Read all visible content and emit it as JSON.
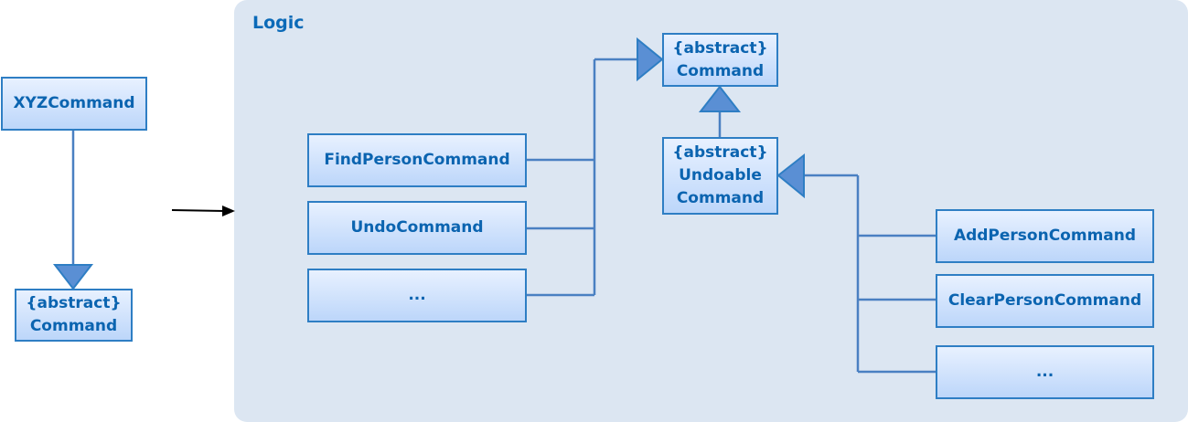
{
  "legend": {
    "subclass": "XYZCommand",
    "superclass": [
      "{abstract}",
      "Command"
    ]
  },
  "logic": {
    "title": "Logic",
    "command": [
      "{abstract}",
      "Command"
    ],
    "undoable": [
      "{abstract}",
      "Undoable",
      "Command"
    ],
    "left_commands": [
      "FindPersonCommand",
      "UndoCommand",
      "..."
    ],
    "right_commands": [
      "AddPersonCommand",
      "ClearPersonCommand",
      "..."
    ]
  },
  "colors": {
    "panel": "#dce6f2",
    "box_border": "#2e7ec4",
    "box_text": "#0b64b0",
    "connector": "#4a80c2",
    "arrow_fill": "#5a8fd4"
  }
}
